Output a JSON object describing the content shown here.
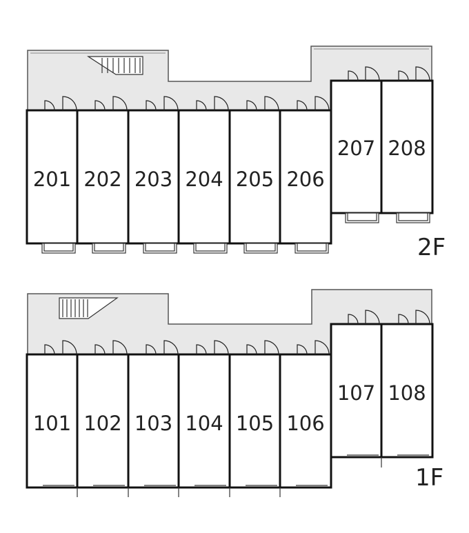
{
  "floors": [
    {
      "label": "2F",
      "units_row": [
        "201",
        "202",
        "203",
        "204",
        "205",
        "206"
      ],
      "units_side": [
        "207",
        "208"
      ]
    },
    {
      "label": "1F",
      "units_row": [
        "101",
        "102",
        "103",
        "104",
        "105",
        "106"
      ],
      "units_side": [
        "107",
        "108"
      ]
    }
  ],
  "colors": {
    "corridor": "#e8e8e8",
    "wall": "#111111",
    "thin": "#555555",
    "background": "#ffffff"
  }
}
